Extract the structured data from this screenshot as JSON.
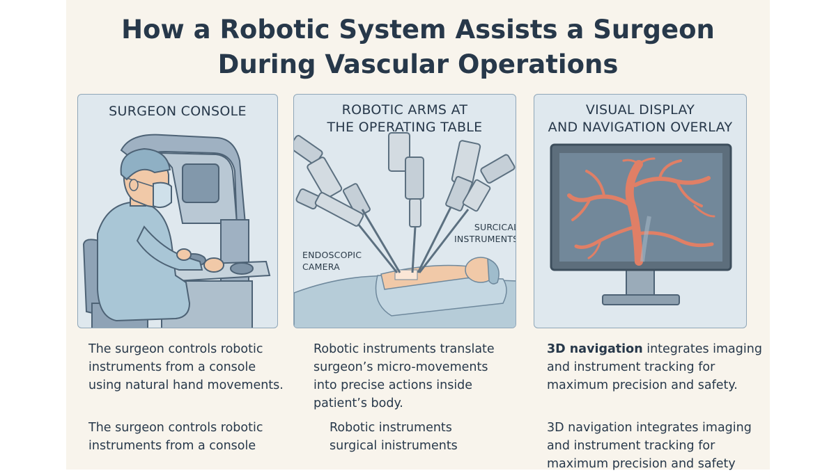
{
  "title": {
    "line1": "How a Robotic System Assists a Surgeon",
    "line2": "During Vascular Operations"
  },
  "panels": [
    {
      "heading": [
        "SURGEON CONSOLE"
      ],
      "description": [
        "The surgeon controls robotic",
        "instruments from a console",
        "using natural hand movements."
      ],
      "secondary": [
        "The surgeon controls robotic",
        "instruments from a console"
      ]
    },
    {
      "heading": [
        "ROBOTIC ARMS AT",
        "THE OPERATING TABLE"
      ],
      "labels": {
        "camera": [
          "ENDOSCOPIC",
          "CAMERA"
        ],
        "instruments": [
          "SURCICAL",
          "INSTRUMENTS"
        ]
      },
      "description": [
        "Robotic instruments translate",
        "surgeon’s micro-movements",
        "into precise actions inside",
        "patient’s body."
      ],
      "secondary": [
        "Robotic instruments",
        "surgical inistruments"
      ]
    },
    {
      "heading": [
        "VISUAL DISPLAY",
        "AND NAVIGATION OVERLAY"
      ],
      "description_parts": {
        "l1_bold": "3D navigation",
        "l1_rest": " integrates imaging",
        "l2": "and instrument tracking for",
        "l3": "maximum precision and safety."
      },
      "secondary": [
        "3D navigation integrates imaging",
        "and instrument tracking for",
        "maximum precision and safety"
      ]
    }
  ],
  "colors": {
    "title": "#27384a",
    "panel_bg": "#dfe8ee",
    "panel_border": "#8fa6b8",
    "scrubs": "#a9c6d6",
    "vessels": "#e07f66"
  }
}
